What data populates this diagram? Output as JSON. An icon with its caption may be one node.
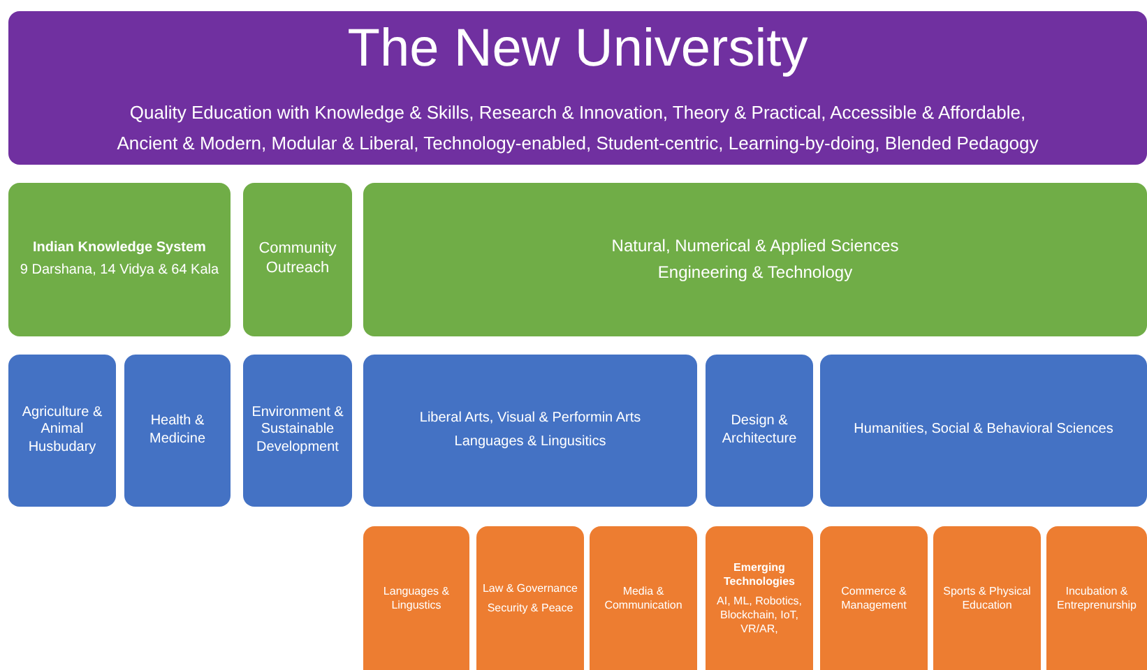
{
  "diagram": {
    "nodes": [
      {
        "text": [
          "The New University",
          "Quality Education with Knowledge & Skills, Research & Innovation, Theory & Practical, Accessible & Affordable, Ancient & Modern, Modular & Liberal, Technology-enabled, Student-centric, Learning-by-doing, Blended Pedagogy"
        ]
      },
      {
        "text": [
          "Indian Knowledge System",
          "9 Darshana, 14 Vidya & 64 Kala"
        ]
      },
      {
        "text": [
          "Community Outreach"
        ]
      },
      {
        "text": [
          "Natural, Numerical & Applied Sciences",
          "Engineering & Technology"
        ]
      },
      {
        "text": [
          "Agriculture & Animal Husbudary"
        ]
      },
      {
        "text": [
          "Health & Medicine"
        ]
      },
      {
        "text": [
          "Environment & Sustainable Development"
        ]
      },
      {
        "text": [
          "Liberal Arts, Visual & Performin Arts",
          "Languages & Lingusitics"
        ]
      },
      {
        "text": [
          "Design & Architecture"
        ]
      },
      {
        "text": [
          "Humanities, Social & Behavioral Sciences"
        ]
      },
      {
        "text": [
          "Languages & Lingustics"
        ]
      },
      {
        "text": [
          "Law & Governance",
          "Security & Peace"
        ]
      },
      {
        "text": [
          "Media & Communication"
        ]
      },
      {
        "text": [
          "Emerging Technologies",
          "AI, ML, Robotics, Blockchain, IoT, VR/AR,"
        ]
      },
      {
        "text": [
          "Commerce & Management"
        ]
      },
      {
        "text": [
          "Sports & Physical Education"
        ]
      },
      {
        "text": [
          "Incubation & Entreprenurship"
        ]
      }
    ]
  }
}
